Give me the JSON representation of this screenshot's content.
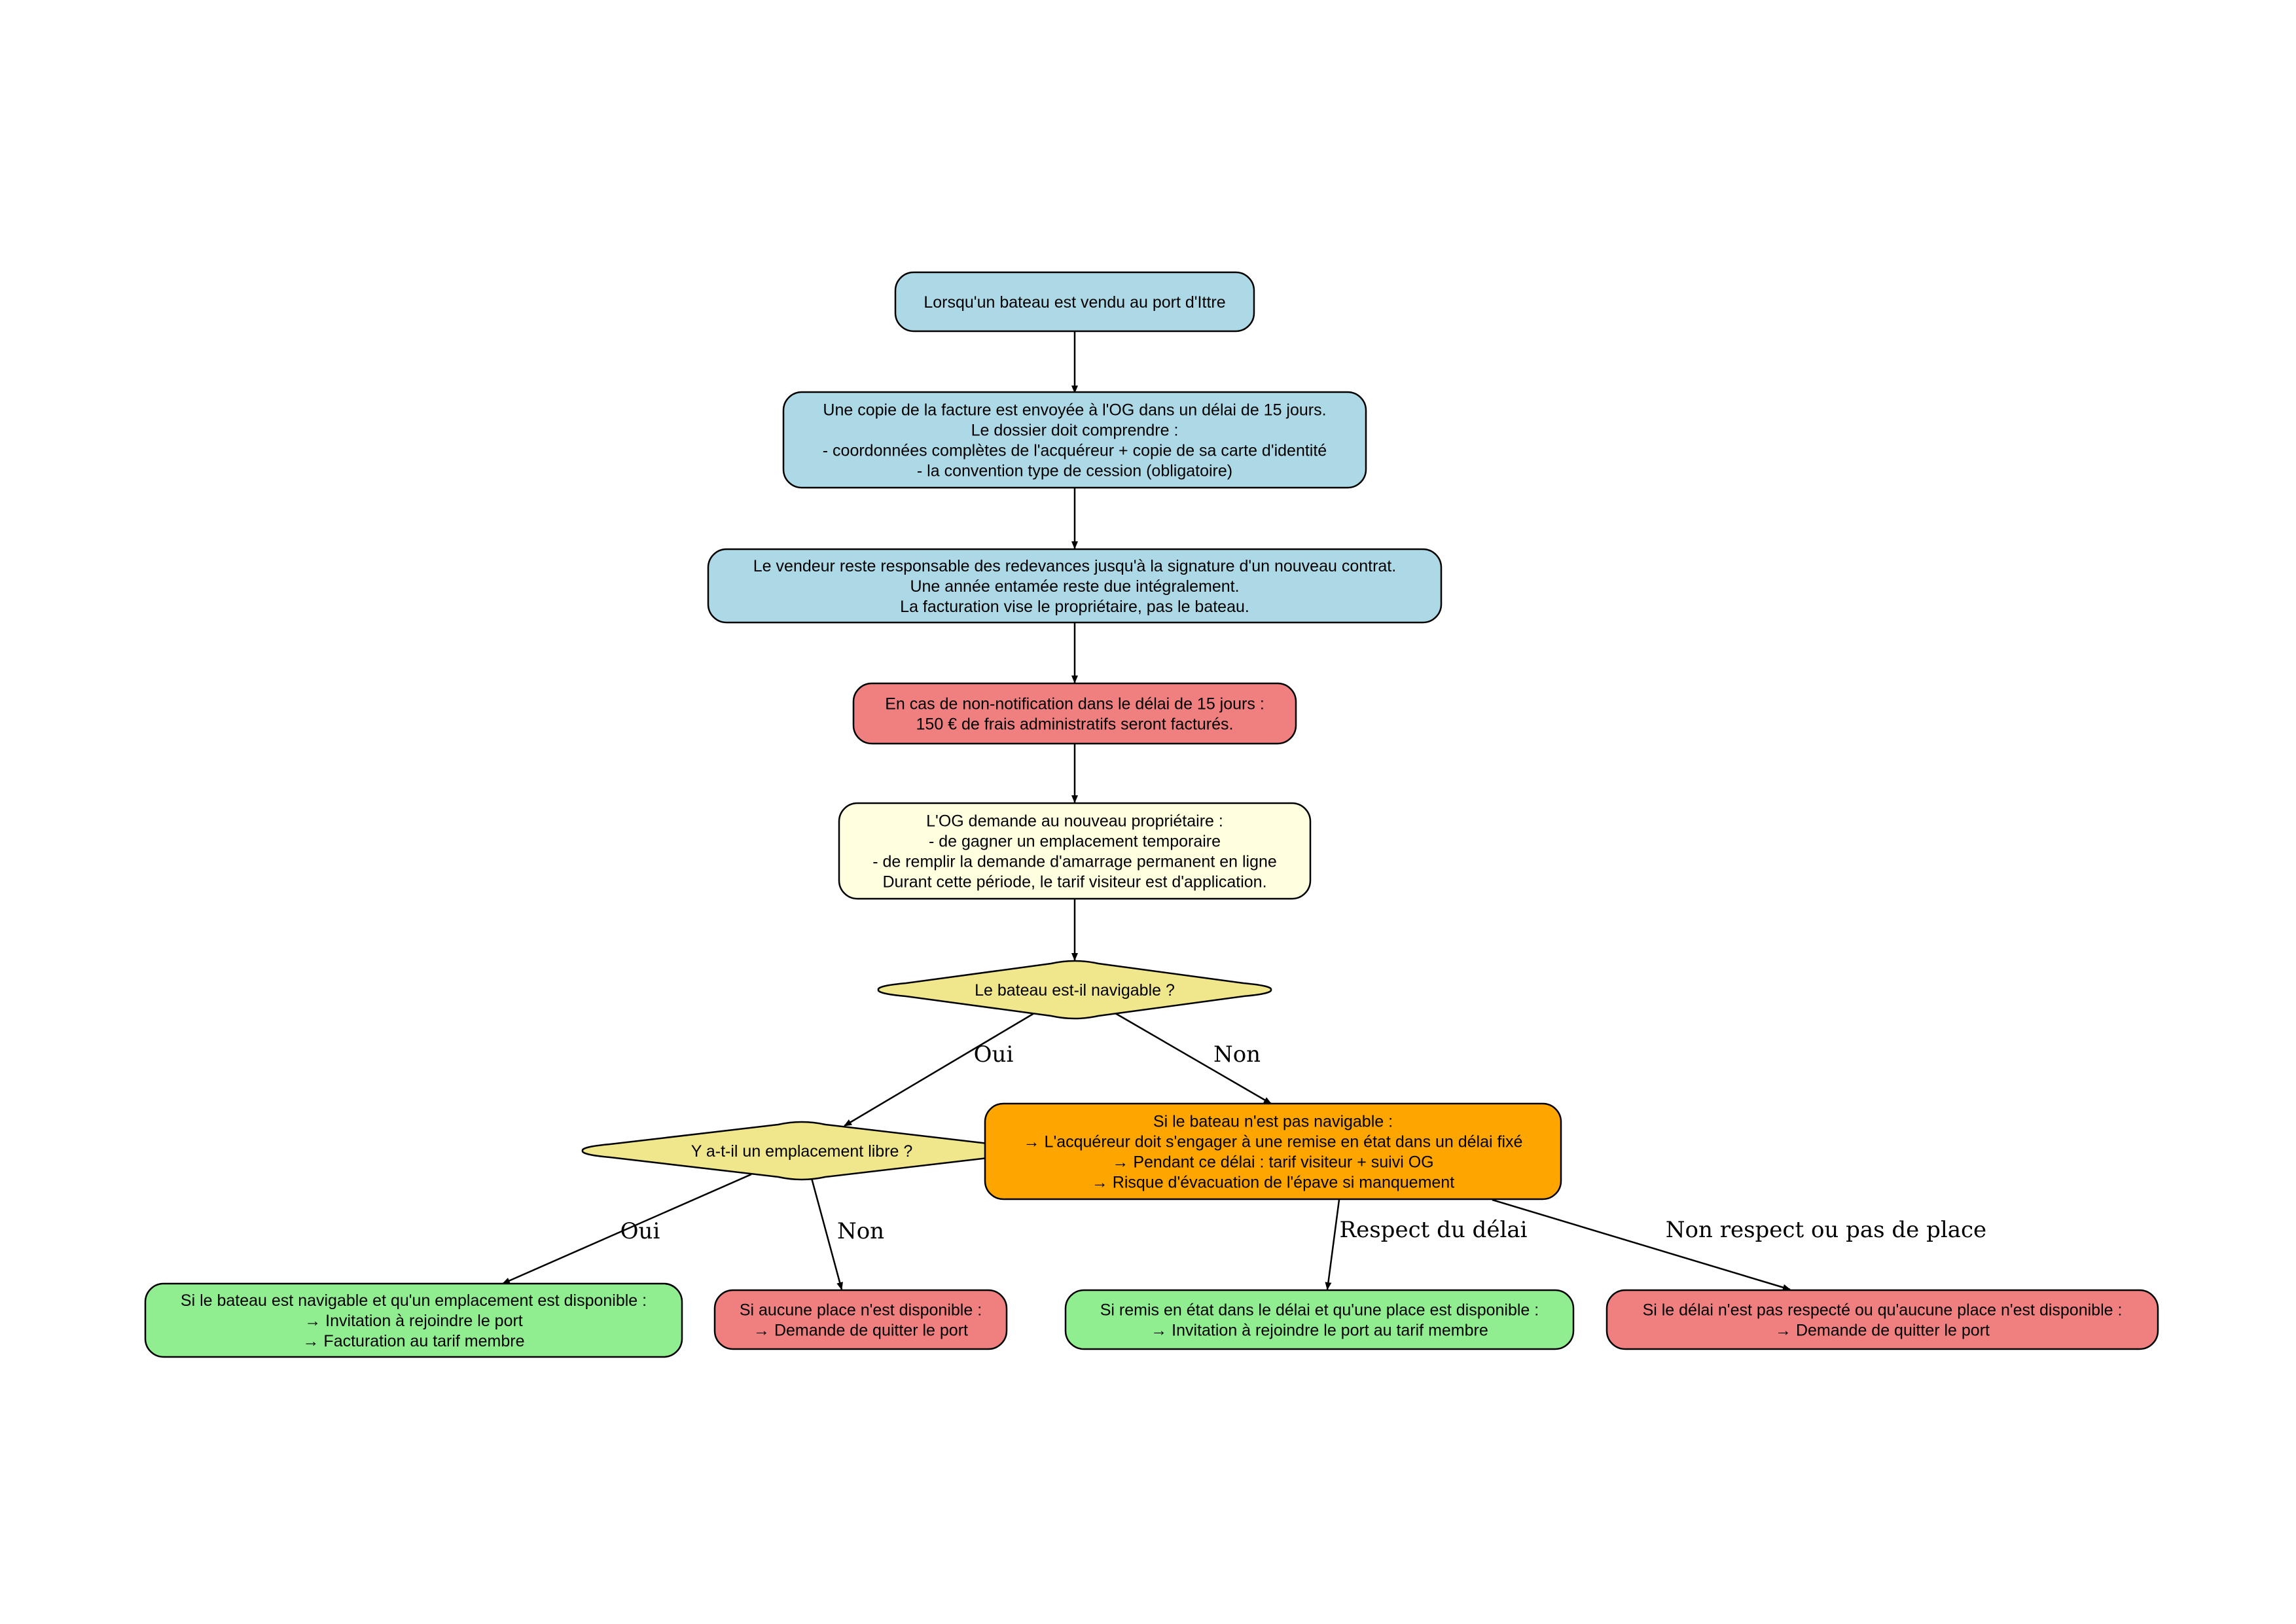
{
  "colors": {
    "info": "#add8e6",
    "warning": "#f08080",
    "note": "#ffffe0",
    "decision": "#f0e68c",
    "alert": "#ffa500",
    "success": "#90ee90",
    "stroke": "#000000"
  },
  "nodes": {
    "start": {
      "lines": [
        "Lorsqu'un bateau est vendu au port d'Ittre"
      ]
    },
    "invoice": {
      "lines": [
        "Une copie de la facture est envoyée à l'OG dans un délai de 15 jours.",
        "Le dossier doit comprendre :",
        "- coordonnées complètes de l'acquéreur + copie de sa carte d'identité",
        "- la convention type de cession (obligatoire)"
      ]
    },
    "seller": {
      "lines": [
        "Le vendeur reste responsable des redevances jusqu'à la signature d'un nouveau contrat.",
        "Une année entamée reste due intégralement.",
        "La facturation vise le propriétaire, pas le bateau."
      ]
    },
    "penalty": {
      "lines": [
        "En cas de non-notification dans le délai de 15 jours :",
        "150 € de frais administratifs seront facturés."
      ]
    },
    "request": {
      "lines": [
        "L'OG demande au nouveau propriétaire :",
        "- de gagner un emplacement temporaire",
        "- de remplir la demande d'amarrage permanent en ligne",
        "Durant cette période, le tarif visiteur est d'application."
      ]
    },
    "navigable": {
      "lines": [
        "Le bateau est-il navigable ?"
      ]
    },
    "spot": {
      "lines": [
        "Y a-t-il un emplacement libre ?"
      ]
    },
    "not_navigable": {
      "lines": [
        "Si le bateau n'est pas navigable :",
        "→ L'acquéreur doit s'engager à une remise en état dans un délai fixé",
        "→ Pendant ce délai : tarif visiteur + suivi OG",
        "→ Risque d'évacuation de l'épave si manquement"
      ]
    },
    "member": {
      "lines": [
        "Si le bateau est navigable et qu'un emplacement est disponible :",
        "→ Invitation à rejoindre le port",
        "→ Facturation au tarif membre"
      ]
    },
    "no_place": {
      "lines": [
        "Si aucune place n'est disponible :",
        "→ Demande de quitter le port"
      ]
    },
    "repaired": {
      "lines": [
        "Si remis en état dans le délai et qu'une place est disponible :",
        "→ Invitation à rejoindre le port au tarif membre"
      ]
    },
    "leave": {
      "lines": [
        "Si le délai n'est pas respecté ou qu'aucune place n'est disponible :",
        "→ Demande de quitter le port"
      ]
    }
  },
  "edges": [
    {
      "from": "start",
      "to": "invoice",
      "label": ""
    },
    {
      "from": "invoice",
      "to": "seller",
      "label": ""
    },
    {
      "from": "seller",
      "to": "penalty",
      "label": ""
    },
    {
      "from": "penalty",
      "to": "request",
      "label": ""
    },
    {
      "from": "request",
      "to": "navigable",
      "label": ""
    },
    {
      "from": "navigable",
      "to": "spot",
      "label": "Oui"
    },
    {
      "from": "navigable",
      "to": "not_navigable",
      "label": "Non"
    },
    {
      "from": "spot",
      "to": "member",
      "label": "Oui"
    },
    {
      "from": "spot",
      "to": "no_place",
      "label": "Non"
    },
    {
      "from": "not_navigable",
      "to": "repaired",
      "label": "Respect du délai"
    },
    {
      "from": "not_navigable",
      "to": "leave",
      "label": "Non respect ou pas de place"
    }
  ]
}
